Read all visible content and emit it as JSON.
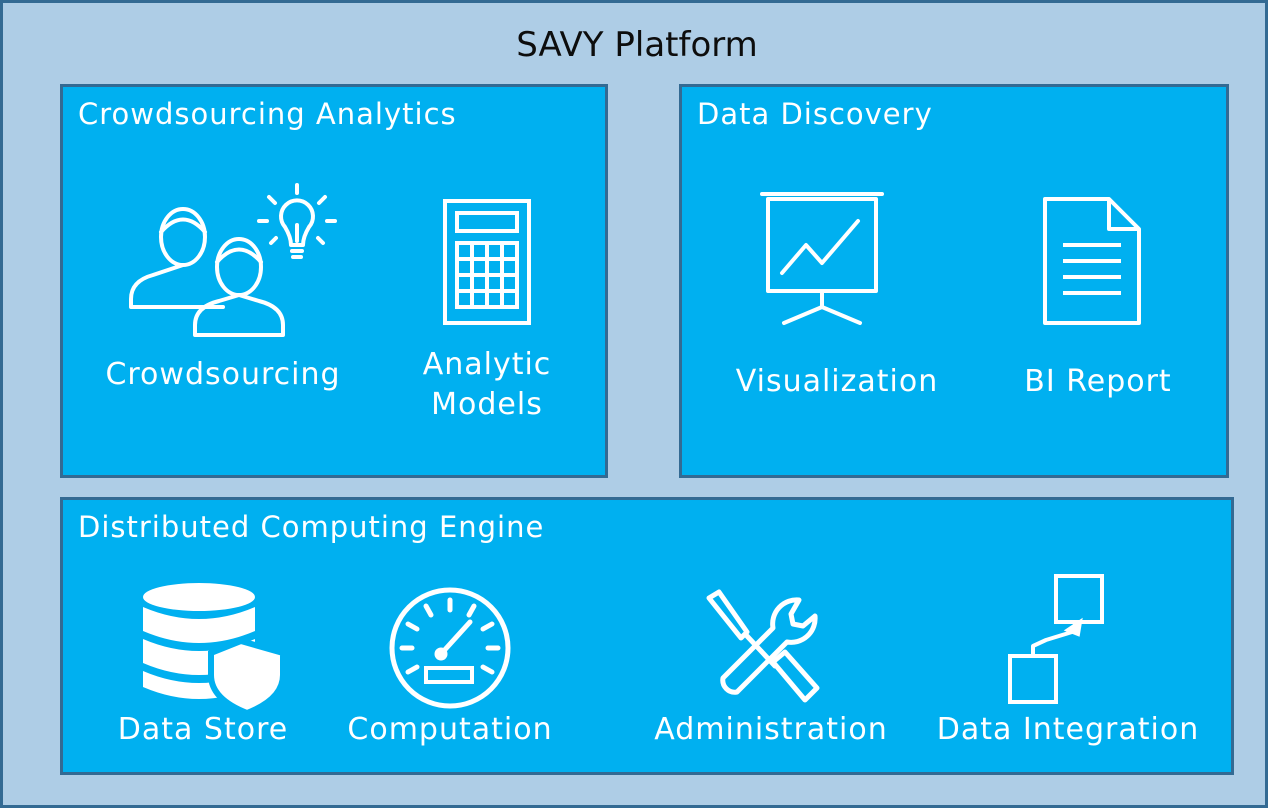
{
  "title": "SAVY Platform",
  "colors": {
    "background": "#aecde6",
    "border": "#336a93",
    "panel": "#00b0f0",
    "icon": "#ffffff"
  },
  "panels": {
    "crowdsourcing": {
      "title": "Crowdsourcing Analytics",
      "items": [
        {
          "label": "Crowdsourcing",
          "icon": "people-lightbulb-icon"
        },
        {
          "label": "Analytic\nModels",
          "icon": "calculator-icon"
        }
      ]
    },
    "discovery": {
      "title": "Data Discovery",
      "items": [
        {
          "label": "Visualization",
          "icon": "presentation-chart-icon"
        },
        {
          "label": "BI Report",
          "icon": "document-icon"
        }
      ]
    },
    "computing": {
      "title": "Distributed Computing Engine",
      "items": [
        {
          "label": "Data Store",
          "icon": "database-shield-icon"
        },
        {
          "label": "Computation",
          "icon": "speedometer-icon"
        },
        {
          "label": "Administration",
          "icon": "wrench-screwdriver-icon"
        },
        {
          "label": "Data Integration",
          "icon": "connected-boxes-icon"
        }
      ]
    }
  }
}
